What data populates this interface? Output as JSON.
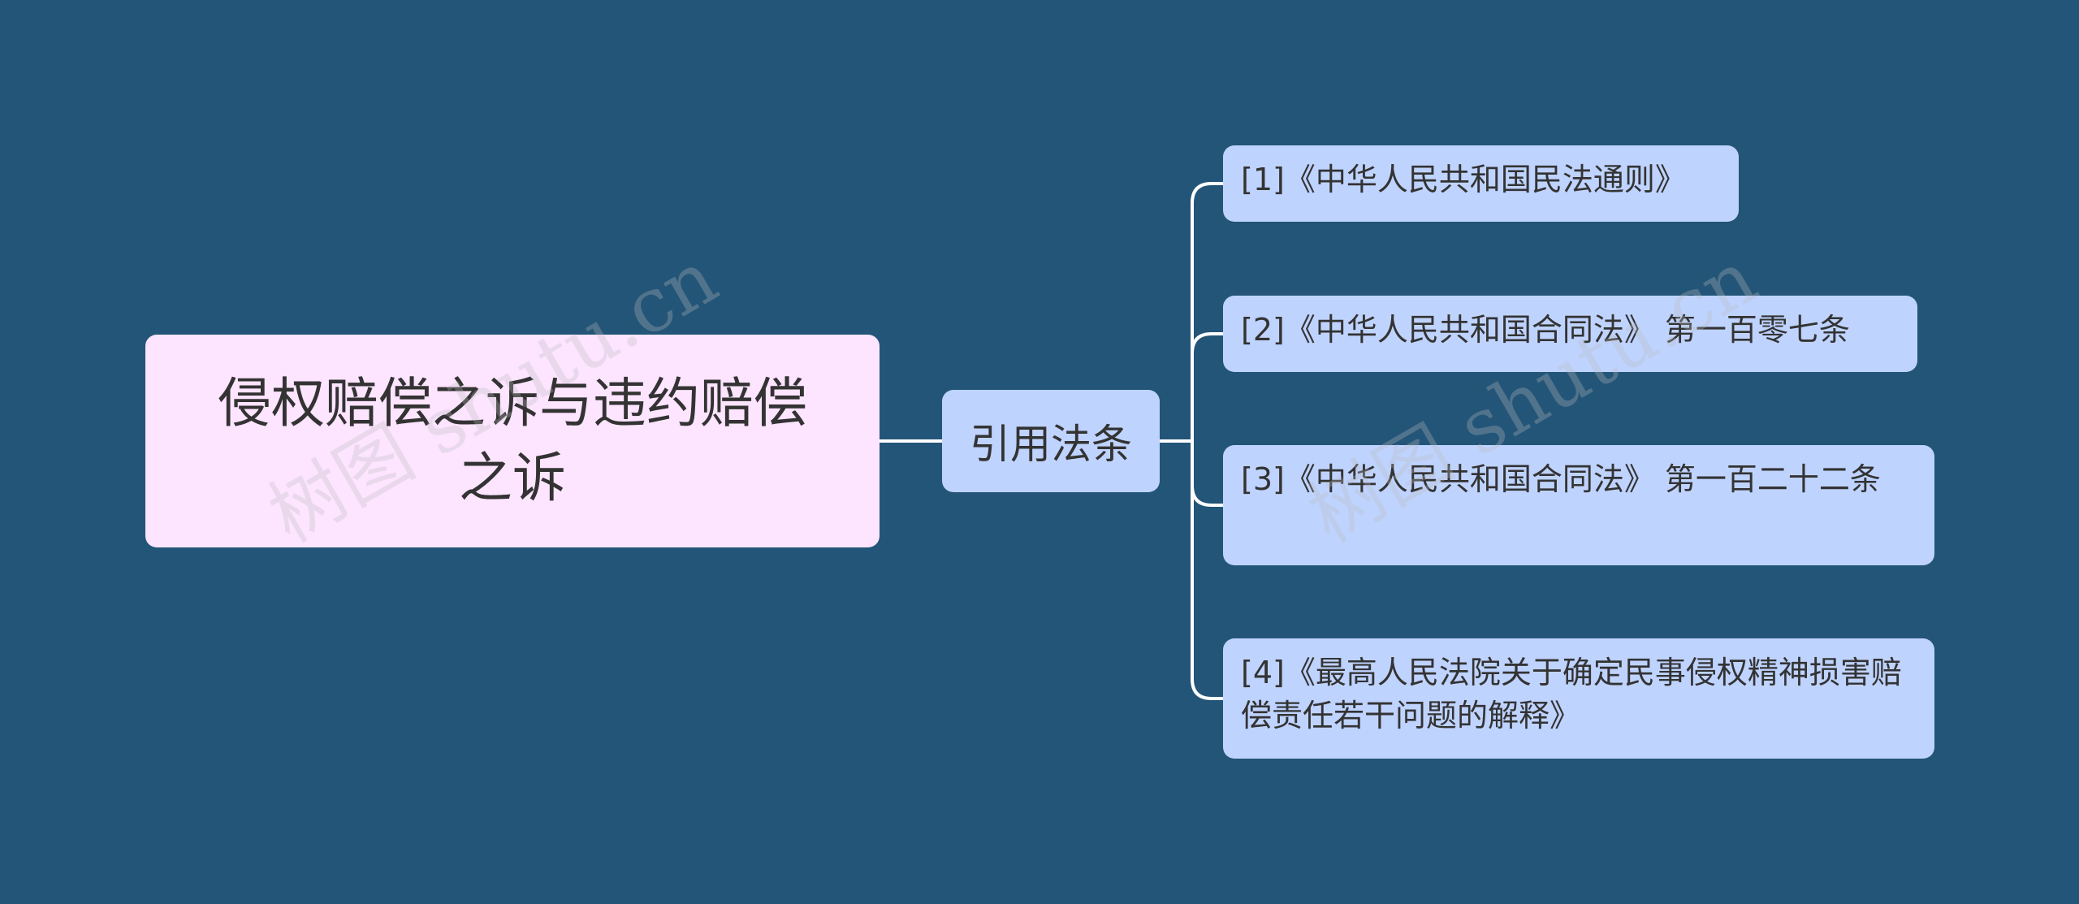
{
  "root": {
    "label": "侵权赔偿之诉与违约赔偿之诉"
  },
  "branch": {
    "label": "引用法条"
  },
  "leaves": [
    {
      "label": "[1]《中华人民共和国民法通则》"
    },
    {
      "label": "[2]《中华人民共和国合同法》 第一百零七条"
    },
    {
      "label": "[3]《中华人民共和国合同法》 第一百二十二条"
    },
    {
      "label": "[4]《最高人民法院关于确定民事侵权精神损害赔偿责任若干问题的解释》"
    }
  ],
  "watermarks": [
    "树图 shutu.cn",
    "树图 shutu.cn"
  ],
  "colors": {
    "background": "#235578",
    "root_fill": "#fde4ff",
    "node_fill": "#bfd3ff",
    "connector": "#ffffff",
    "text": "#333333"
  }
}
